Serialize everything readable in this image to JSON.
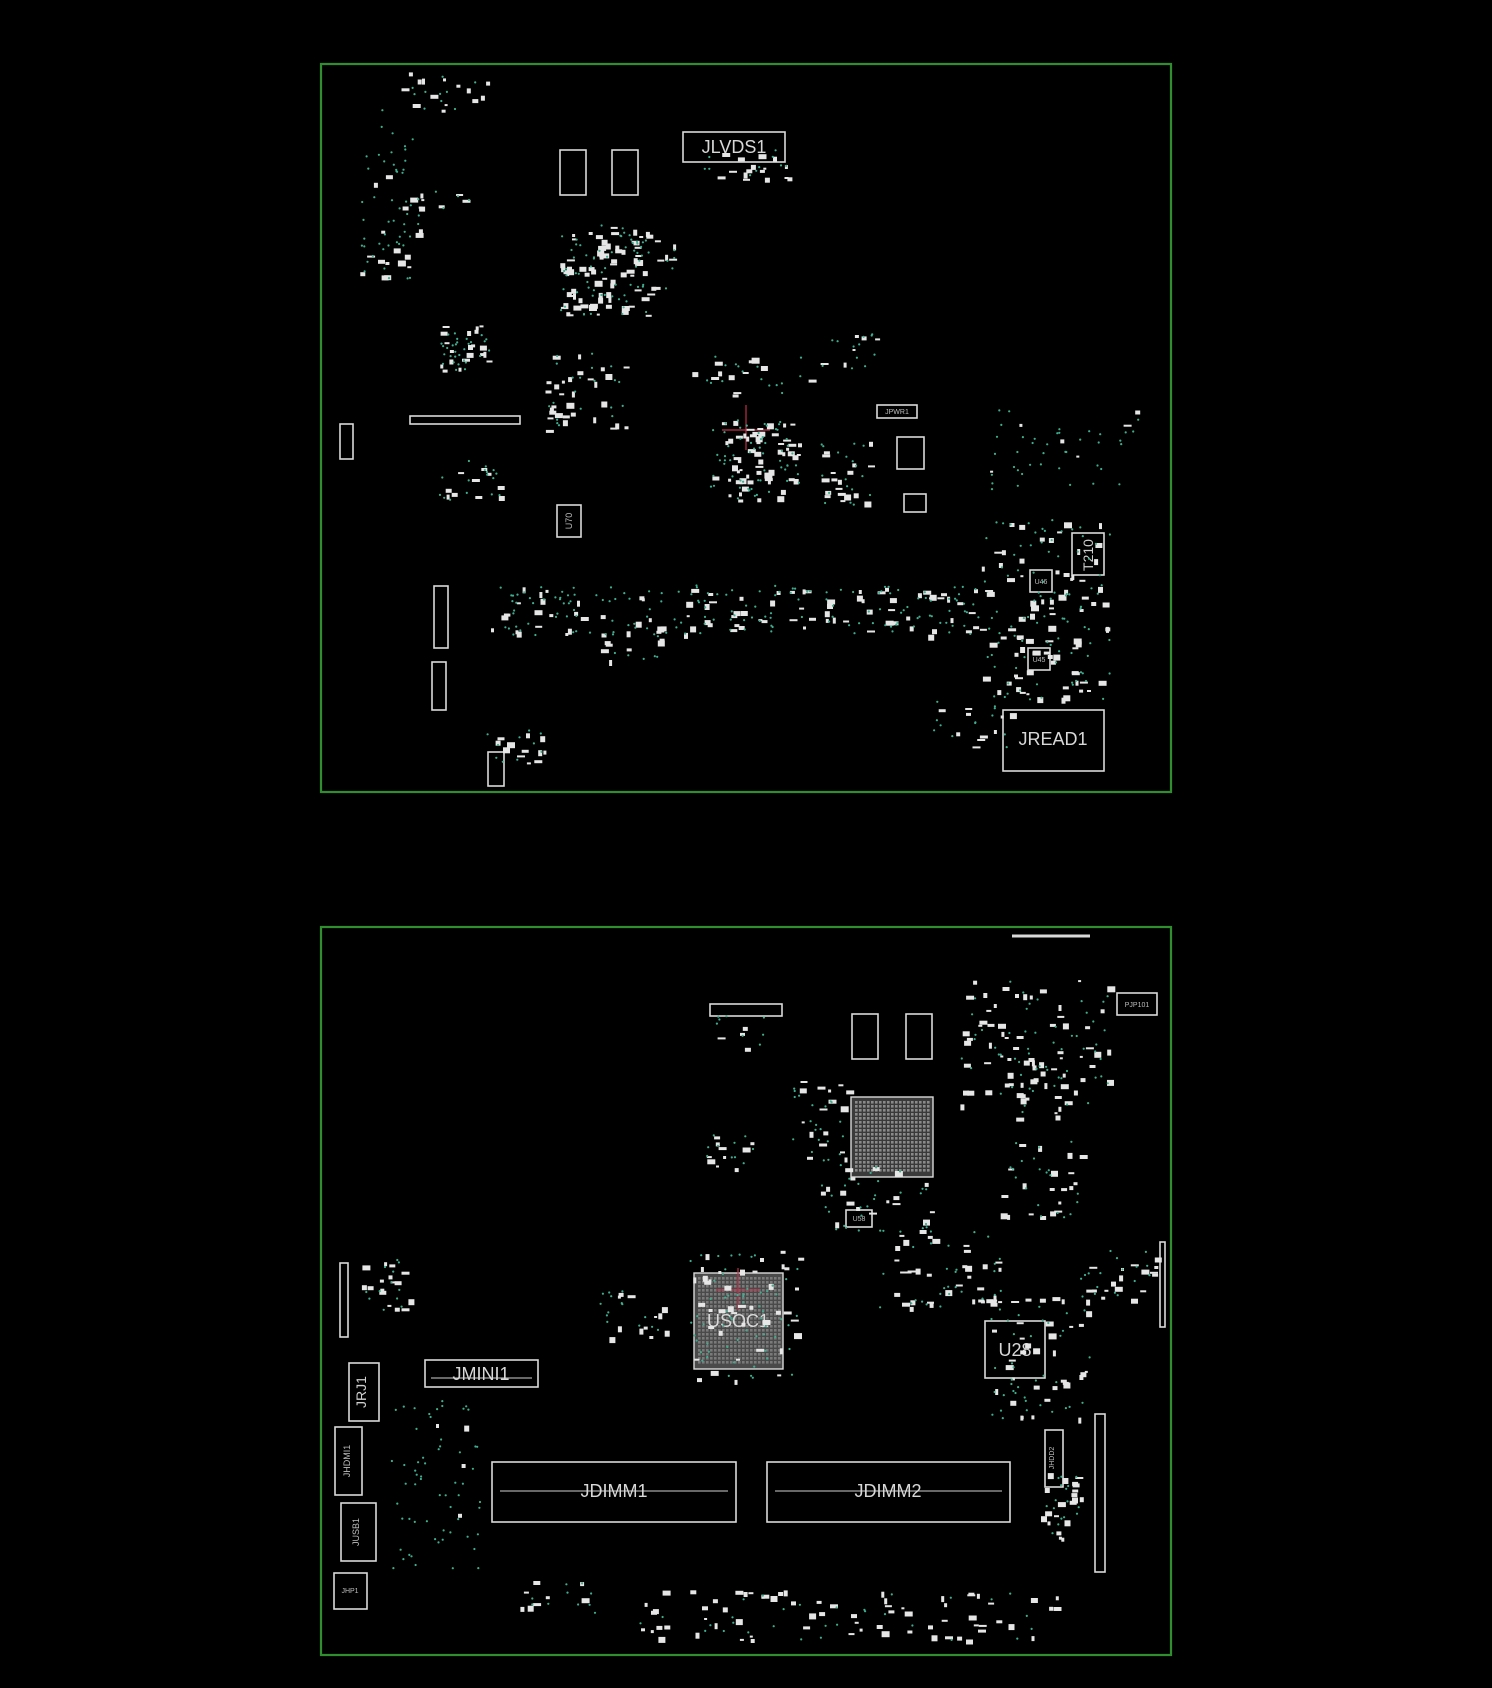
{
  "colors": {
    "background": "#000000",
    "board_outline": "#2f8f2f",
    "component_outline": "#d9d9d9",
    "pad": "#e6e6e6",
    "via": "#3fae8e",
    "crosshair": "#c0304a"
  },
  "top_layer": {
    "labels": {
      "jlvds1": "JLVDS1",
      "jread1": "JREAD1",
      "t210": "T210",
      "u70": "U70",
      "jpwr1": "JPWR1",
      "ufd": "U46",
      "uff": "U45"
    }
  },
  "bottom_layer": {
    "labels": {
      "jmini1": "JMINI1",
      "jdimm1": "JDIMM1",
      "jdimm2": "JDIMM2",
      "usoc1": "USOC1",
      "u28": "U28",
      "jrj1": "JRJ1",
      "jhdmi1": "JHDMI1",
      "jusb1": "JUSB1",
      "jhp1": "JHP1",
      "pjp101": "PJP101",
      "u58": "U58",
      "jhdd2": "JHDD2"
    }
  }
}
